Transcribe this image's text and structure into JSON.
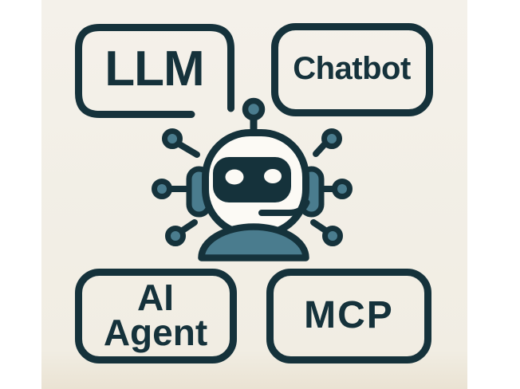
{
  "title": "Robot surrounded by AI terminology boxes",
  "labels": {
    "llm": "LLM",
    "chatbot": "Chatbot",
    "ai_agent_line1": "AI",
    "ai_agent_line2": "Agent",
    "mcp": "MCP"
  },
  "icons": {
    "center": "robot-head-icon",
    "antenna": "antenna-ball",
    "nodes": "connector-dot",
    "node_count": 6
  },
  "colors": {
    "outline": "#15323b",
    "accent": "#4a7c8e",
    "head_fill": "#fcfaf5",
    "panel_bg": "#f3f0e9",
    "panel_bg_bottom": "#eae3d3",
    "white_margin": "#ffffff"
  }
}
